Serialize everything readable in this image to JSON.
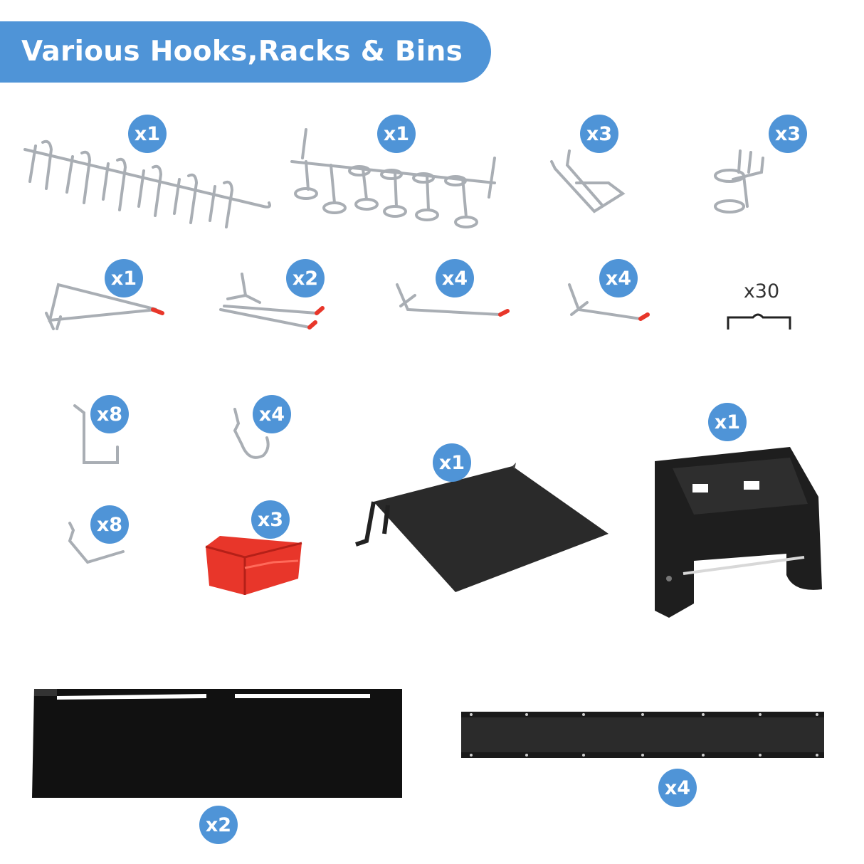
{
  "title": "Various Hooks,Racks & Bins",
  "items": [
    {
      "name": "multi-tool-hook-rack-8",
      "qty": "x1"
    },
    {
      "name": "multi-ring-hook-rack",
      "qty": "x1"
    },
    {
      "name": "double-prong-hook",
      "qty": "x3"
    },
    {
      "name": "double-ring-hook",
      "qty": "x3"
    },
    {
      "name": "angled-triangle-hook",
      "qty": "x1"
    },
    {
      "name": "double-prong-straight-hook",
      "qty": "x2"
    },
    {
      "name": "single-straight-hook-long",
      "qty": "x4"
    },
    {
      "name": "single-straight-hook-short",
      "qty": "x4"
    },
    {
      "name": "pegboard-lock",
      "qty": "x30"
    },
    {
      "name": "j-hook",
      "qty": "x8"
    },
    {
      "name": "curved-hook",
      "qty": "x4"
    },
    {
      "name": "l-hook",
      "qty": "x8"
    },
    {
      "name": "red-storage-bin",
      "qty": "x3"
    },
    {
      "name": "angled-shelf",
      "qty": "x1"
    },
    {
      "name": "paper-towel-holder-bin",
      "qty": "x1"
    },
    {
      "name": "long-shelf",
      "qty": "x2"
    },
    {
      "name": "mounting-rail",
      "qty": "x4"
    }
  ],
  "colors": {
    "accent": "#4f94d7",
    "metal": "#b8bcc2",
    "red": "#e8362a",
    "black": "#222222"
  }
}
